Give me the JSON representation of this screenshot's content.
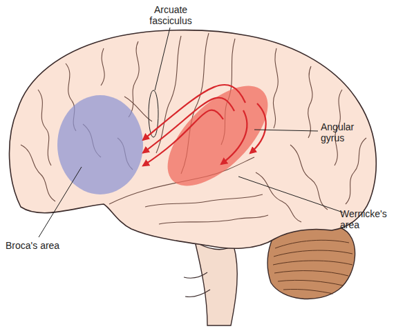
{
  "diagram": {
    "nodes": [
      {
        "text": [
          "Broca's area"
        ]
      },
      {
        "text": [
          "Wernicke's area"
        ]
      }
    ],
    "edges": [
      {
        "from": 1,
        "to": 0,
        "arrow": "to"
      },
      {
        "from": 1,
        "to": 0,
        "arrow": "to"
      },
      {
        "from": 1,
        "to": 0,
        "arrow": "to"
      }
    ],
    "labels": [
      "Arcuate fasciculus",
      "Angular gyrus"
    ]
  }
}
